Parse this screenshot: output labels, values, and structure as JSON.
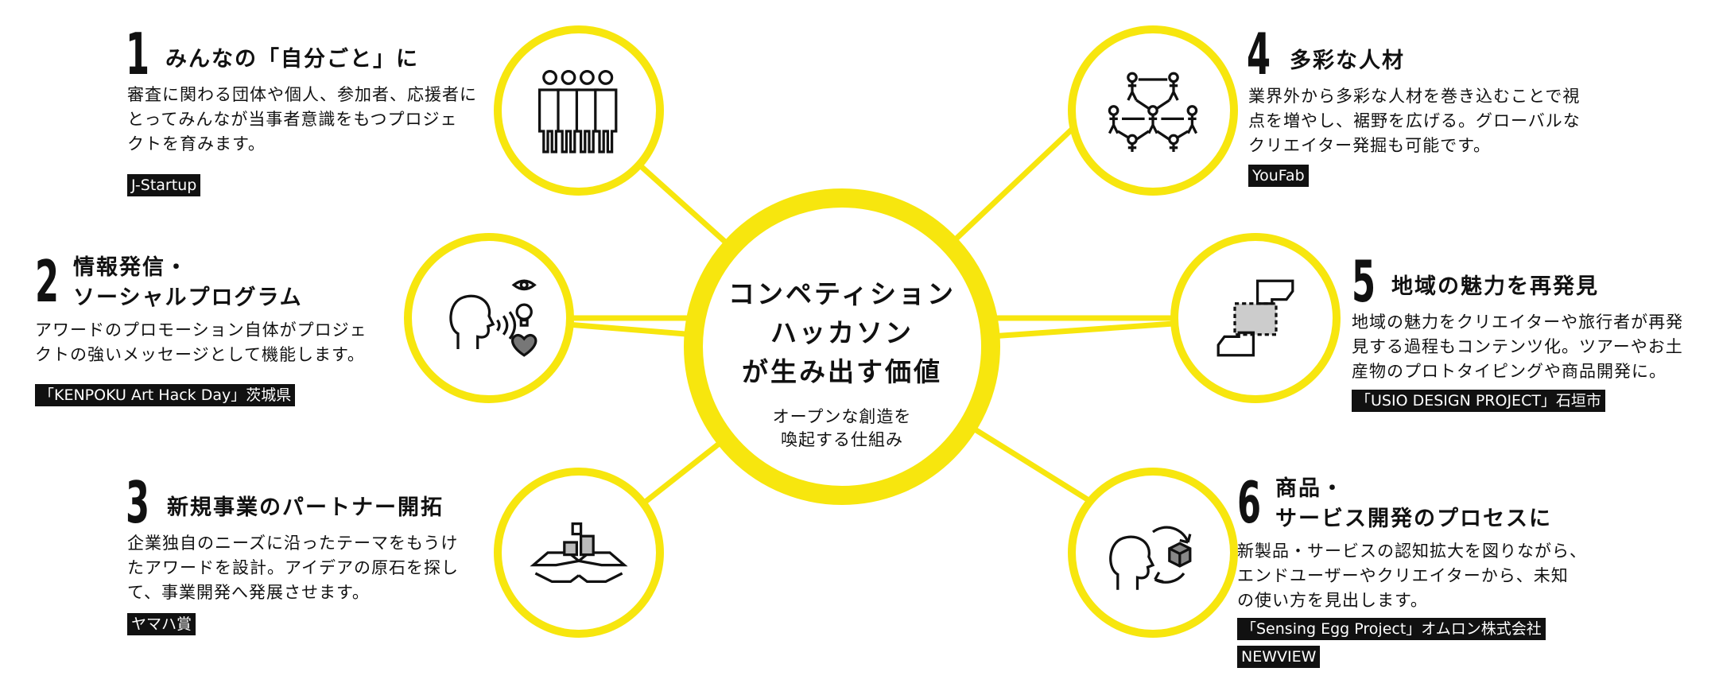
{
  "center": {
    "title_lines": [
      "コンペティション",
      "ハッカソン",
      "が生み出す価値"
    ],
    "sub_lines": [
      "オープンな創造を",
      "喚起する仕組み"
    ]
  },
  "items": [
    {
      "number": "1",
      "heading_lines": [
        "みんなの「自分ごと」に"
      ],
      "desc_lines": [
        "審査に関わる団体や個人、参加者、応援者に",
        "とってみんなが当事者意識をもつプロジェ",
        "クトを育みます。"
      ],
      "tags": [
        "J-Startup"
      ],
      "icon": "people-group-icon"
    },
    {
      "number": "2",
      "heading_lines": [
        "情報発信・",
        "ソーシャルプログラム"
      ],
      "desc_lines": [
        "アワードのプロモーション自体がプロジェ",
        "クトの強いメッセージとして機能します。"
      ],
      "tags": [
        "「KENPOKU Art Hack Day」茨城県"
      ],
      "icon": "speaking-person-icon"
    },
    {
      "number": "3",
      "heading_lines": [
        "新規事業のパートナー開拓"
      ],
      "desc_lines": [
        "企業独自のニーズに沿ったテーマをもうけ",
        "たアワードを設計。アイデアの原石を探し",
        "て、事業開発へ発展させます。"
      ],
      "tags": [
        "ヤマハ賞"
      ],
      "icon": "hands-offering-icon"
    },
    {
      "number": "4",
      "heading_lines": [
        "多彩な人材"
      ],
      "desc_lines": [
        "業界外から多彩な人材を巻き込むことで視",
        "点を増やし、裾野を広げる。グローバルな",
        "クリエイター発掘も可能です。"
      ],
      "tags": [
        "YouFab"
      ],
      "icon": "network-people-icon"
    },
    {
      "number": "5",
      "heading_lines": [
        "地域の魅力を再発見"
      ],
      "desc_lines": [
        "地域の魅力をクリエイターや旅行者が再発",
        "見する過程もコンテンツ化。ツアーやお土",
        "産物のプロトタイピングや商品開発に。"
      ],
      "tags": [
        "「USIO DESIGN PROJECT」石垣市"
      ],
      "icon": "frame-hands-icon"
    },
    {
      "number": "6",
      "heading_lines": [
        "商品・",
        "サービス開発のプロセスに"
      ],
      "desc_lines": [
        "新製品・サービスの認知拡大を図りながら、",
        "エンドユーザーやクリエイターから、未知",
        "の使い方を見出します。"
      ],
      "tags": [
        "「Sensing Egg Project」オムロン株式会社",
        "NEWVIEW"
      ],
      "icon": "person-cycle-box-icon"
    }
  ],
  "colors": {
    "accent": "#f7e60e",
    "tag_bg": "#111111",
    "text": "#111111"
  }
}
